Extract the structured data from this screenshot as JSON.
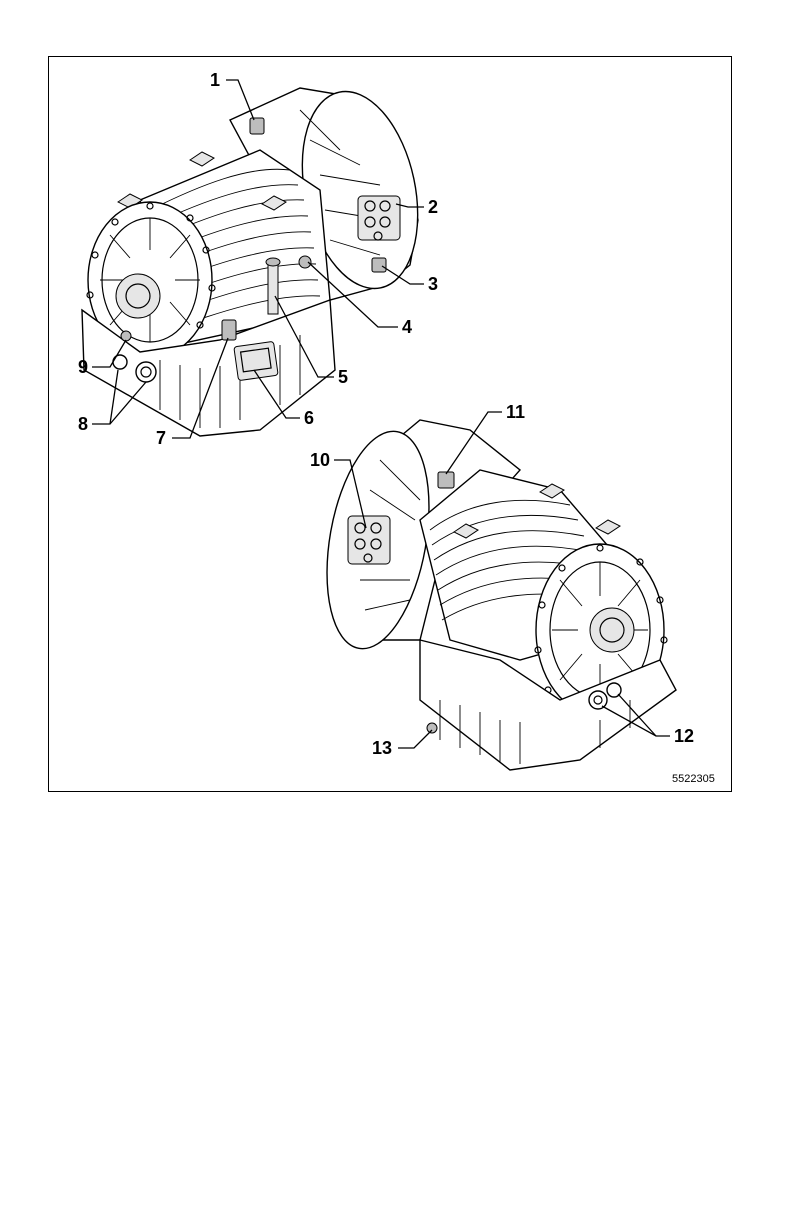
{
  "figure": {
    "figure_id": "5522305",
    "callouts": [
      {
        "key": "c1",
        "label": "1"
      },
      {
        "key": "c2",
        "label": "2"
      },
      {
        "key": "c3",
        "label": "3"
      },
      {
        "key": "c4",
        "label": "4"
      },
      {
        "key": "c5",
        "label": "5"
      },
      {
        "key": "c6",
        "label": "6"
      },
      {
        "key": "c7",
        "label": "7"
      },
      {
        "key": "c8",
        "label": "8"
      },
      {
        "key": "c9",
        "label": "9"
      },
      {
        "key": "c10",
        "label": "10"
      },
      {
        "key": "c11",
        "label": "11"
      },
      {
        "key": "c12",
        "label": "12"
      },
      {
        "key": "c13",
        "label": "13"
      }
    ]
  },
  "colors": {
    "line": "#000000",
    "shade": "#e6e6e6",
    "dark": "#bdbdbd",
    "paper": "#ffffff"
  }
}
